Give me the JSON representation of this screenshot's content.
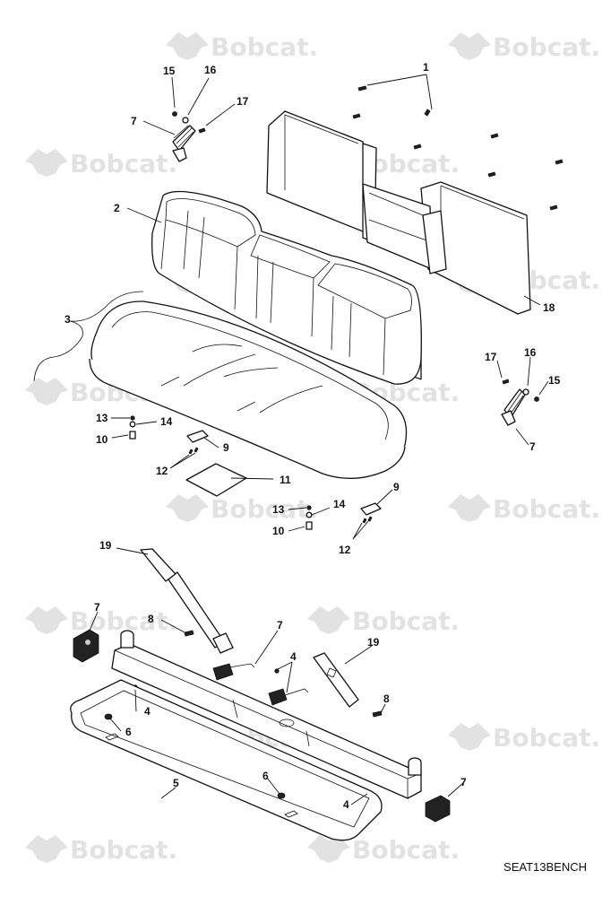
{
  "watermark": {
    "text": "Bobcat.",
    "icon": "bobcat-logo-icon"
  },
  "drawing_code": "SEAT13BENCH",
  "callouts": {
    "c1": "1",
    "c2": "2",
    "c3": "3",
    "c4a": "4",
    "c4b": "4",
    "c4c": "4",
    "c5": "5",
    "c6a": "6",
    "c6b": "6",
    "c7a": "7",
    "c7b": "7",
    "c7c": "7",
    "c7d": "7",
    "c7e": "7",
    "c8a": "8",
    "c8b": "8",
    "c9a": "9",
    "c9b": "9",
    "c10a": "10",
    "c10b": "10",
    "c11": "11",
    "c12a": "12",
    "c12b": "12",
    "c13a": "13",
    "c13b": "13",
    "c14a": "14",
    "c14b": "14",
    "c15a": "15",
    "c15b": "15",
    "c16a": "16",
    "c16b": "16",
    "c17a": "17",
    "c17b": "17",
    "c18": "18",
    "c19a": "19",
    "c19b": "19"
  }
}
